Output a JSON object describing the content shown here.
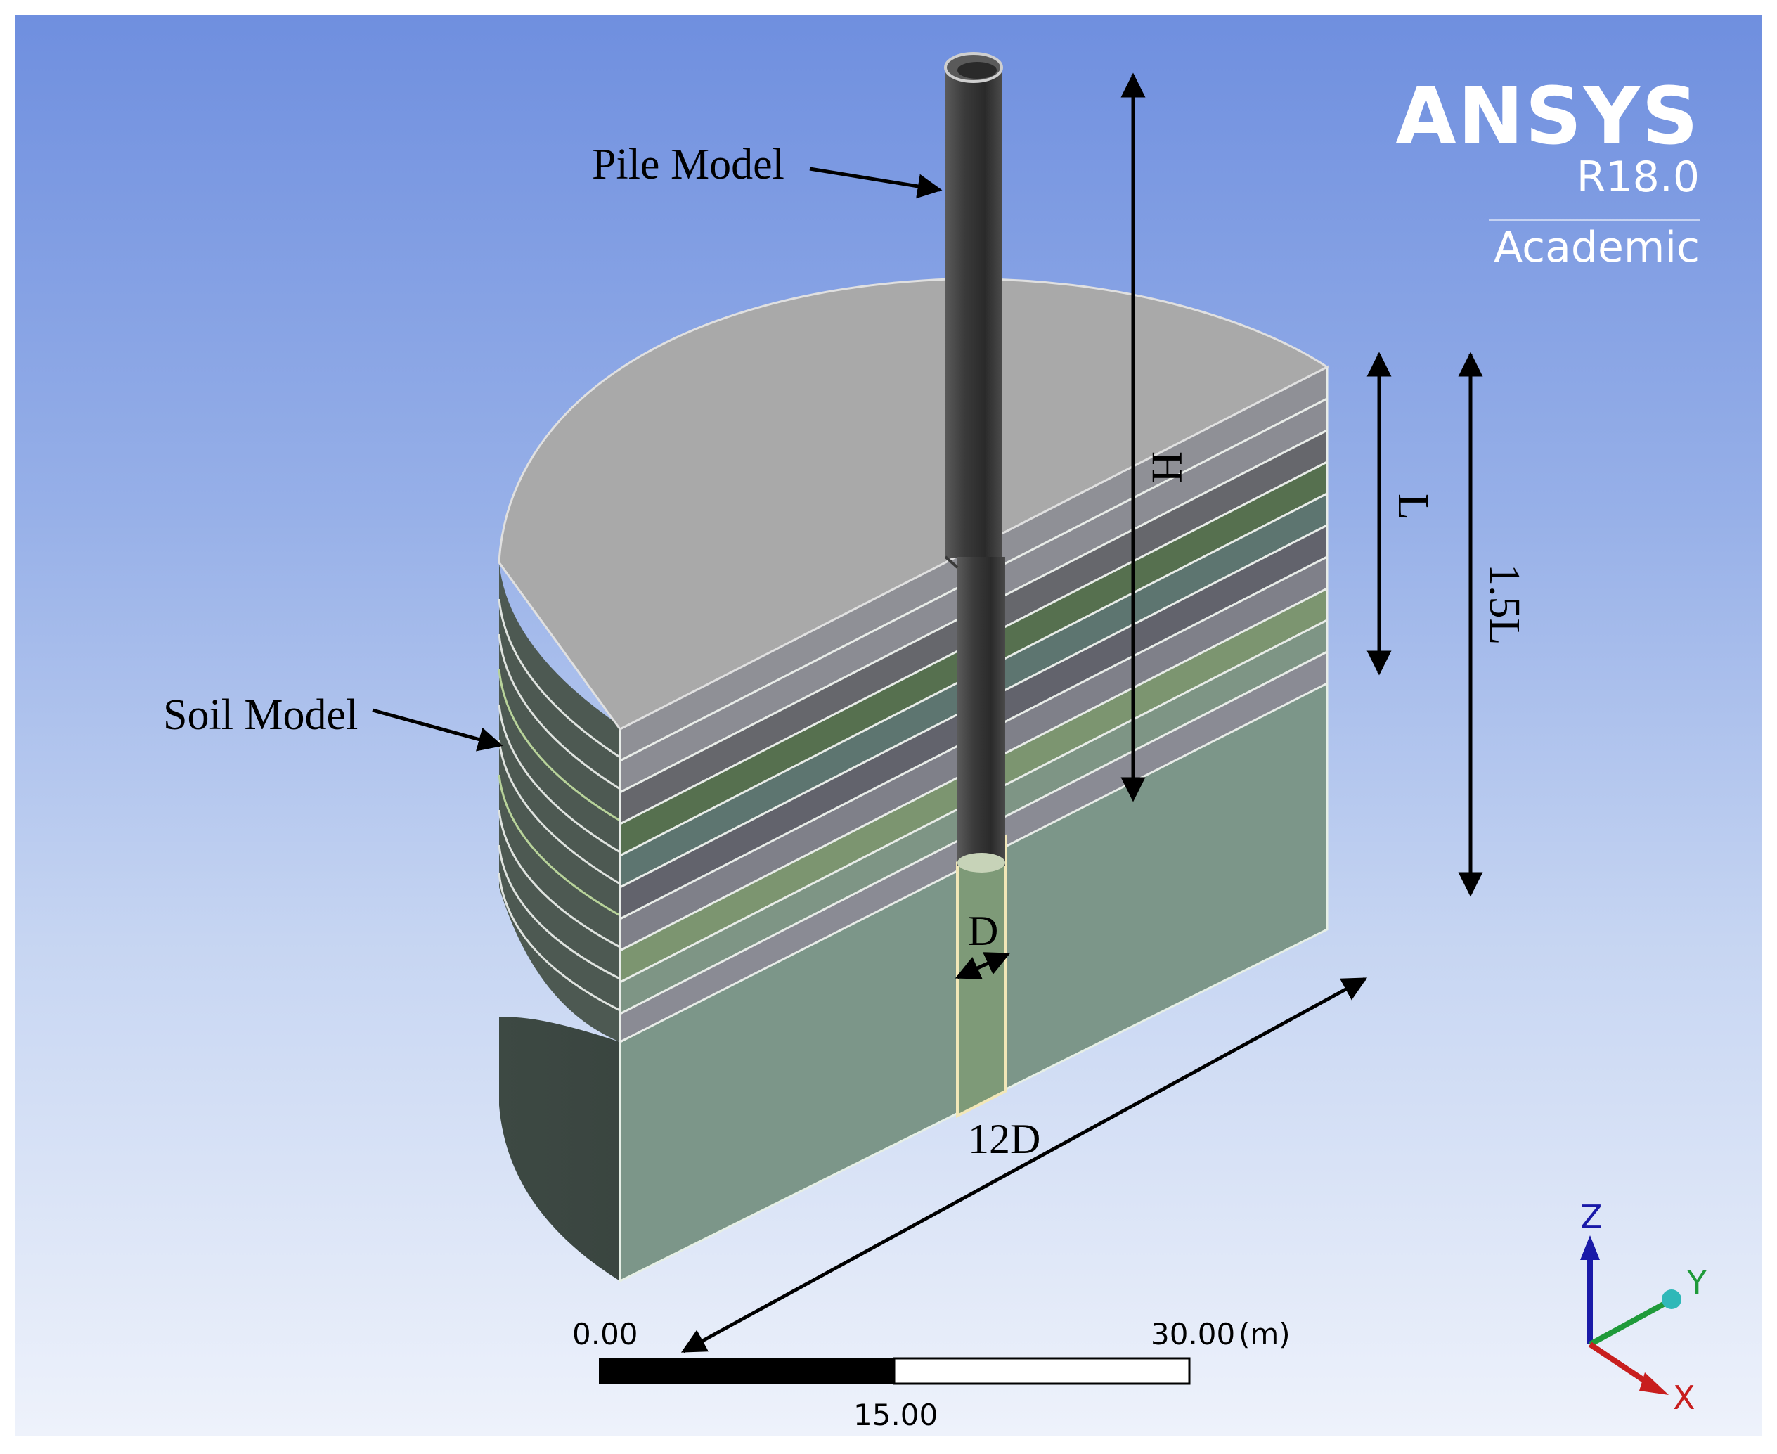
{
  "branding": {
    "product": "ANSYS",
    "version": "R18.0",
    "edition": "Academic"
  },
  "annotations": {
    "pile_label": "Pile Model",
    "soil_label": "Soil Model",
    "height_label": "H",
    "length_label": "L",
    "depth_label": "1.5L",
    "diameter_label": "D",
    "width_label": "12D"
  },
  "scale_bar": {
    "min_label": "0.00",
    "mid_label": "15.00",
    "max_label": "30.00",
    "unit_label": "(m)"
  },
  "triad": {
    "z_label": "Z",
    "y_label": "Y",
    "x_label": "X",
    "z_color": "#1a1aa8",
    "y_color": "#1f9a3a",
    "x_color": "#c81e1e"
  },
  "colors": {
    "soil_top": "#a8a8a8",
    "soil_base": "#7a9588",
    "soil_side_dark": "#3b4741",
    "pile": "#3a3a3a"
  }
}
